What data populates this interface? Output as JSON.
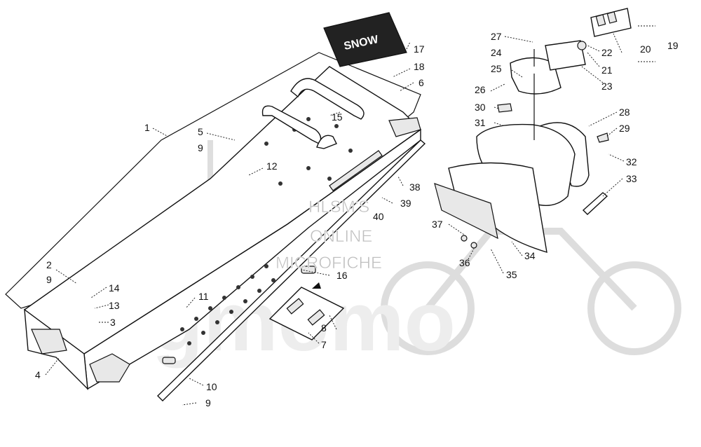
{
  "watermark": {
    "line1": "HLSM'S",
    "line2": "ONLINE",
    "line3": "MICROFICHE",
    "logo_text": "Agmomo"
  },
  "decal_text": "SNOW",
  "callouts": [
    {
      "id": "c1",
      "label": "1"
    },
    {
      "id": "c2",
      "label": "2"
    },
    {
      "id": "c3",
      "label": "3"
    },
    {
      "id": "c4",
      "label": "4"
    },
    {
      "id": "c5",
      "label": "5"
    },
    {
      "id": "c6",
      "label": "6"
    },
    {
      "id": "c7",
      "label": "7"
    },
    {
      "id": "c8",
      "label": "8"
    },
    {
      "id": "c9a",
      "label": "9"
    },
    {
      "id": "c9b",
      "label": "9"
    },
    {
      "id": "c9c",
      "label": "9"
    },
    {
      "id": "c10",
      "label": "10"
    },
    {
      "id": "c11",
      "label": "11"
    },
    {
      "id": "c12",
      "label": "12"
    },
    {
      "id": "c13",
      "label": "13"
    },
    {
      "id": "c14",
      "label": "14"
    },
    {
      "id": "c15",
      "label": "15"
    },
    {
      "id": "c16",
      "label": "16"
    },
    {
      "id": "c17",
      "label": "17"
    },
    {
      "id": "c18",
      "label": "18"
    },
    {
      "id": "c19",
      "label": "19"
    },
    {
      "id": "c20",
      "label": "20"
    },
    {
      "id": "c21",
      "label": "21"
    },
    {
      "id": "c22",
      "label": "22"
    },
    {
      "id": "c23",
      "label": "23"
    },
    {
      "id": "c24",
      "label": "24"
    },
    {
      "id": "c25",
      "label": "25"
    },
    {
      "id": "c26",
      "label": "26"
    },
    {
      "id": "c27",
      "label": "27"
    },
    {
      "id": "c28",
      "label": "28"
    },
    {
      "id": "c29",
      "label": "29"
    },
    {
      "id": "c30",
      "label": "30"
    },
    {
      "id": "c31",
      "label": "31"
    },
    {
      "id": "c32",
      "label": "32"
    },
    {
      "id": "c33",
      "label": "33"
    },
    {
      "id": "c34",
      "label": "34"
    },
    {
      "id": "c35",
      "label": "35"
    },
    {
      "id": "c36",
      "label": "36"
    },
    {
      "id": "c37",
      "label": "37"
    },
    {
      "id": "c38",
      "label": "38"
    },
    {
      "id": "c39",
      "label": "39"
    },
    {
      "id": "c40",
      "label": "40"
    }
  ]
}
